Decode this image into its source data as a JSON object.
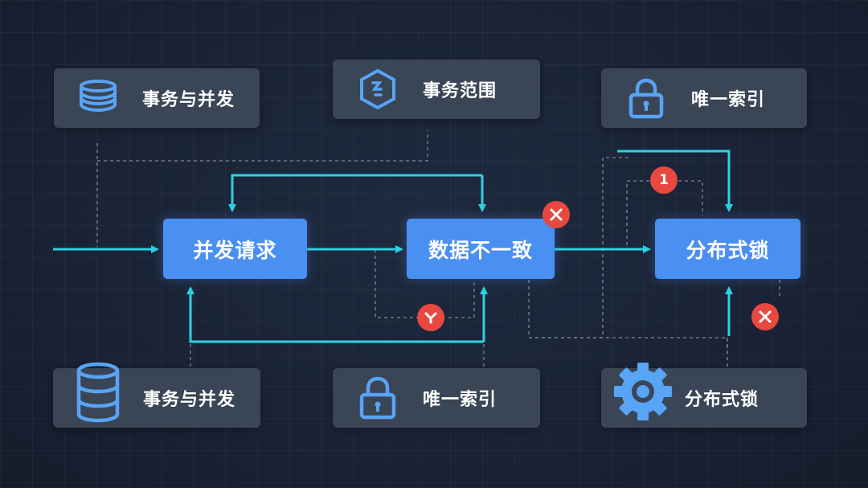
{
  "cards": {
    "top_left": {
      "label": "事务与并发",
      "icon": "database-stack-icon"
    },
    "top_center": {
      "label": "事务范围",
      "icon": "hexagon-icon"
    },
    "top_right": {
      "label": "唯一索引",
      "icon": "lock-icon"
    },
    "bottom_left": {
      "label": "事务与并发",
      "icon": "server-cylinder-icon"
    },
    "bottom_center": {
      "label": "唯一索引",
      "icon": "lock-icon"
    },
    "bottom_right": {
      "label": "分布式锁",
      "icon": "gear-icon"
    }
  },
  "nodes": {
    "concurrent_requests": "并发请求",
    "data_inconsistency": "数据不一致",
    "distributed_lock": "分布式锁"
  },
  "badges": {
    "step_number": "1",
    "error_icon": "close-icon",
    "branch_icon": "fork-icon"
  },
  "colors": {
    "background": "#1a2335",
    "card": "#3a4556",
    "node": "#4a8ff2",
    "flow_line": "#2fd0e0",
    "dashed_line": "#7d8796",
    "badge": "#e8483f",
    "icon": "#58a4f5"
  }
}
